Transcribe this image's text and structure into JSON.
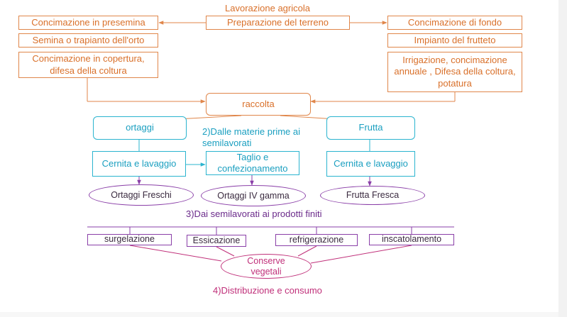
{
  "colors": {
    "orange": "#d9702a",
    "blue": "#1a9fc0",
    "violet": "#8a3fa8",
    "magenta": "#c0307a"
  },
  "title": "Lavorazione agricola",
  "left_column": [
    "Concimazione in presemina",
    "Semina o trapianto dell'orto",
    "Concimazione in copertura, difesa della coltura"
  ],
  "center_top": "Preparazione del terreno",
  "right_column": [
    "Concimazione di fondo",
    "Impianto del frutteto",
    "Irrigazione, concimazione annuale , Difesa della coltura, potatura"
  ],
  "harvest": "raccolta",
  "section2": {
    "heading": "2)Dalle materie prime ai semilavorati",
    "ortaggi": "ortaggi",
    "frutta": "Frutta",
    "cernita_left": "Cernita e lavaggio",
    "taglio": "Taglio e confezionamento",
    "cernita_right": "Cernita e lavaggio",
    "out_freschi": "Ortaggi Freschi",
    "out_iv": "Ortaggi IV gamma",
    "out_frutta": "Frutta Fresca"
  },
  "section3": {
    "heading": "3)Dai semilavorati ai prodotti finiti",
    "processes": [
      "surgelazione",
      "Essicazione",
      "refrigerazione",
      "inscatolamento"
    ],
    "product": "Conserve vegetali"
  },
  "section4": {
    "heading": "4)Distribuzione e consumo"
  }
}
